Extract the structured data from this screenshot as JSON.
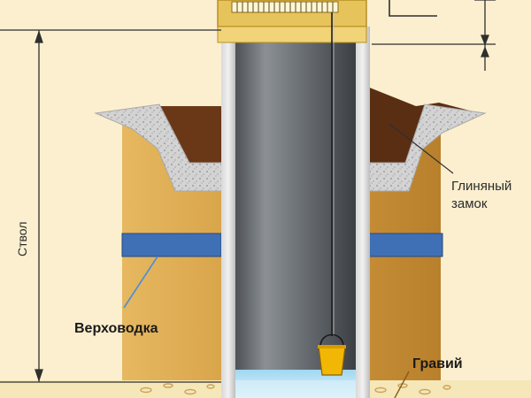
{
  "labels": {
    "clay_lock_line1": "Глиняный",
    "clay_lock_line2": "замок",
    "perched_water": "Верховодка",
    "gravel": "Гравий",
    "shaft": "Ствол"
  },
  "colors": {
    "background": "#fbefcf",
    "sand": "#d9a64b",
    "clay": "#5a2e12",
    "concrete": "#cfcfcf",
    "shaft_gray": "#6e7378",
    "water_band": "#3f6fb5",
    "water": "#bfe6f5",
    "gravel_bed": "#f6e7b8",
    "bucket": "#f2b705",
    "guide_line": "#2f2f2f"
  },
  "icons": {
    "bucket": "bucket-icon",
    "winch": "winch-icon"
  }
}
